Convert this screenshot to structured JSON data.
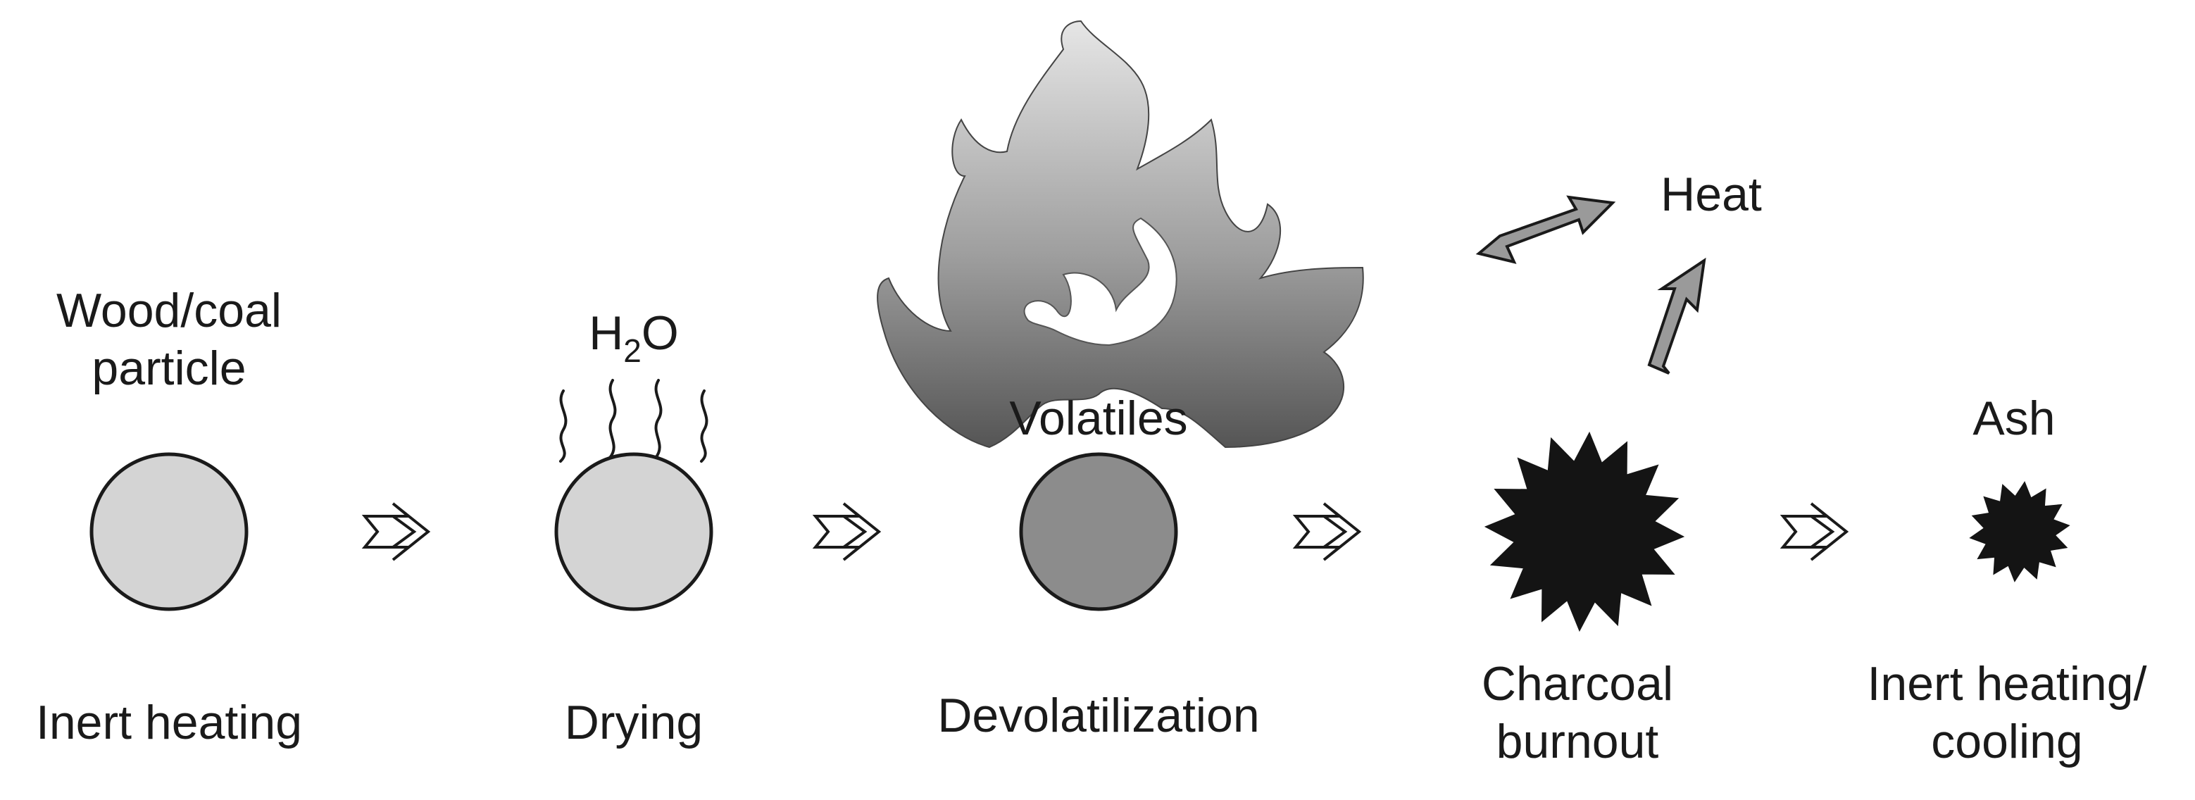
{
  "stages": [
    {
      "caption_line1": "Inert heating",
      "caption_line2": ""
    },
    {
      "caption_line1": "Drying",
      "caption_line2": ""
    },
    {
      "caption_line1": "Devolatilization",
      "caption_line2": ""
    },
    {
      "caption_line1": "Charcoal",
      "caption_line2": "burnout"
    },
    {
      "caption_line1": "Inert heating/",
      "caption_line2": "cooling"
    }
  ],
  "labels": {
    "particle_line1": "Wood/coal",
    "particle_line2": "particle",
    "water_prefix": "H",
    "water_subscript": "2",
    "water_suffix": "O",
    "volatiles": "Volatiles",
    "heat": "Heat",
    "ash": "Ash"
  },
  "colors": {
    "particle_fill": "#d4d4d4",
    "devolatilizing_particle_fill": "#8c8c8c",
    "char_fill": "#141414",
    "flame_top": "#e4e4e4",
    "flame_bottom": "#555555",
    "heat_arrow_fill": "#9a9a9a",
    "outline": "#1a1a1a"
  },
  "icons": {
    "process_arrow": "double-chevron-arrow-icon",
    "flame": "flame-icon",
    "steam": "steam-wave-icon",
    "char": "jagged-star-icon"
  }
}
